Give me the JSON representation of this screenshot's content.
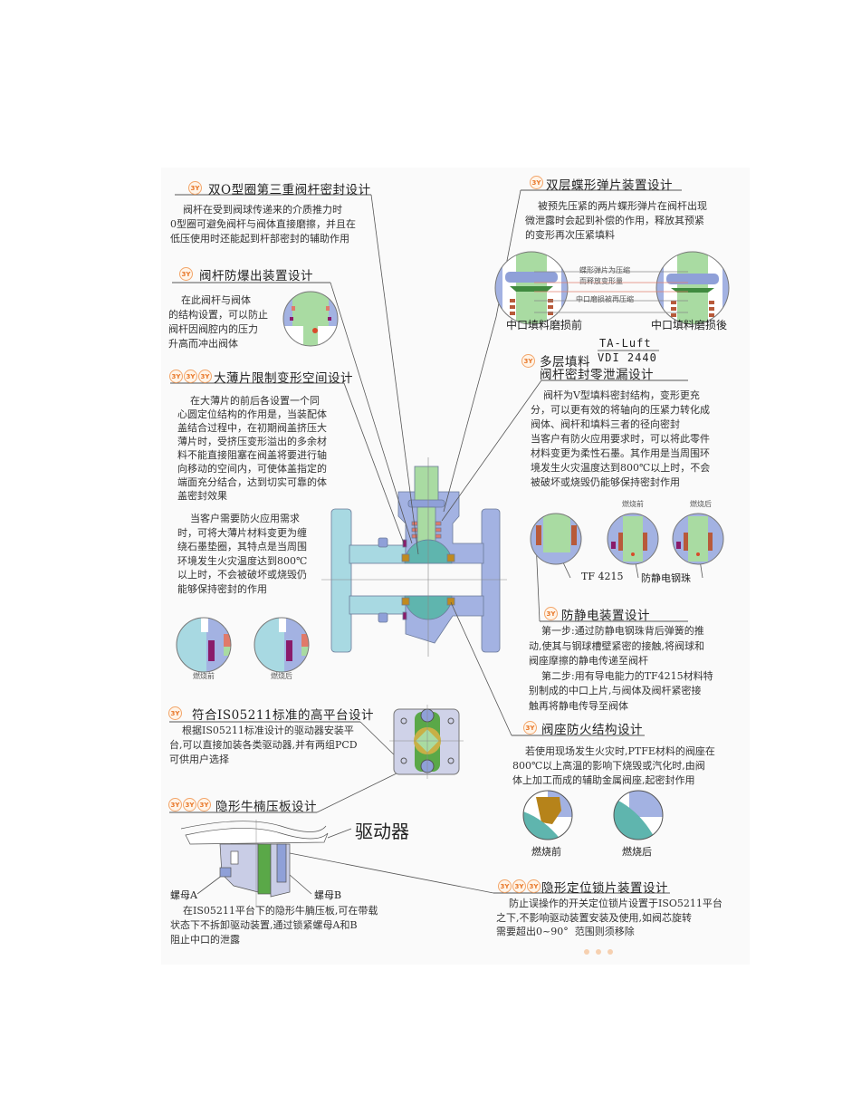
{
  "badge_text": "3Y",
  "colors": {
    "light_blue": "#a8d9e2",
    "body_blue": "#a3b2e2",
    "stem_green": "#a9dba2",
    "ball_teal": "#5fb5ae",
    "seat_brown": "#c08a1e",
    "gasket_purple": "#8a1b6a",
    "accent_orange": "#e8782a"
  },
  "sections": {
    "s1": {
      "title": "双O型圈第三重阀杆密封设计",
      "text": "    阀杆在受到阀球传递来的介质推力时\n0型圈可避免阀杆与阀体直接磨擦，并且在\n低压使用时还能起到杆部密封的辅助作用"
    },
    "s2": {
      "title": "阀杆防爆出装置设计",
      "text": "    在此阀杆与阀体\n的结构设置，可以防止\n阀杆因阀腔内的压力\n升高而冲出阀体"
    },
    "s3": {
      "title": "大薄片限制变形空间设计",
      "text": "    在大薄片的前后各设置一个同\n心圆定位结构的作用是，当装配体\n盖结合过程中，在初期阀盖挤压大\n薄片时，受挤压变形溢出的多余材\n料不能直接阻塞在阀盖将要进行轴\n向移动的空间内，可使体盖指定的\n端面充分结合，达到切实可靠的体\n盖密封效果",
      "text2": "    当客户需要防火应用需求\n时，可将大薄片材料变更为缠\n绕石墨垫圈，其特点是当周围\n环境发生火灾温度达到800℃\n以上时，不会被破坏或烧毁仍\n能够保持密封的作用",
      "before": "燃烧前",
      "after": "燃烧后"
    },
    "s4": {
      "title": "双层蝶形弹片装置设计",
      "text": "    被预先压紧的两片蝶形弹片在阀杆出现\n微泄露时会起到补偿的作用，释放其预紧\n的变形再次压紧填料",
      "note1": "蝶形弹片为压缩",
      "note2": "而释放变形量",
      "note3": "中口磨损被再压缩",
      "before": "中口填料磨损前",
      "after": "中口填料磨损後"
    },
    "s5": {
      "title_a": "多层填料",
      "std_top": "TA-Luft",
      "std_bottom": "VDI 2440",
      "title_b": "阀杆密封零泄漏设计",
      "text": "    阀杆为V型填料密封结构，变形更充\n分，可以更有效的将轴向的压紧力转化成\n阀体、阀杆和填料三者的径向密封\n当客户有防火应用要求时，可以将此零件\n材料变更为柔性石墨。其作用是当周围环\n境发生火灾温度达到800℃以上时，不会\n被破坏或烧毁仍能够保持密封作用",
      "before": "燃烧前",
      "after": "燃烧后",
      "tf": "TF 4215",
      "ball": "防静电钢珠"
    },
    "s6": {
      "title": "防静电装置设计",
      "text": "    第一步:通过防静电钢珠背后弹簧的推\n动,使其与钢球槽壁紧密的接触,将阀球和\n阀座摩擦的静电传递至阀杆\n    第二步:用有导电能力的TF4215材料特\n别制成的中口上片,与阀体及阀杆紧密接\n触再将静电传导至阀体"
    },
    "s7": {
      "title": "阀座防火结构设计",
      "text": "    若使用现场发生火灾时,PTFE材料的阀座在\n800℃以上高温的影响下烧毁或汽化时,由阀\n体上加工而成的辅助金属阀座,起密封作用",
      "before": "燃烧前",
      "after": "燃烧后"
    },
    "s8": {
      "title": "隐形定位锁片装置设计",
      "text": "    防止误操作的开关定位锁片设置于ISO5211平台\n之下,不影响驱动装置安装及使用,如阀芯旋转\n需要超出0~90°  范围则须移除"
    },
    "s9": {
      "title": "符合IS05211标准的高平台设计",
      "text": "    根据IS05211标准设计的驱动器安装平\n台,可以直接加装各类驱动器,并有两组PCD\n可供用户选择"
    },
    "s10": {
      "title": "隐形牛楠压板设计",
      "actuator": "驱动器",
      "nut_a": "螺母A",
      "nut_b": "螺母B",
      "text": "    在IS05211平台下的隐形牛腩压板,可在带载\n状态下不拆卸驱动装置,通过锁紧螺母A和B\n阻止中口的泄露"
    }
  }
}
